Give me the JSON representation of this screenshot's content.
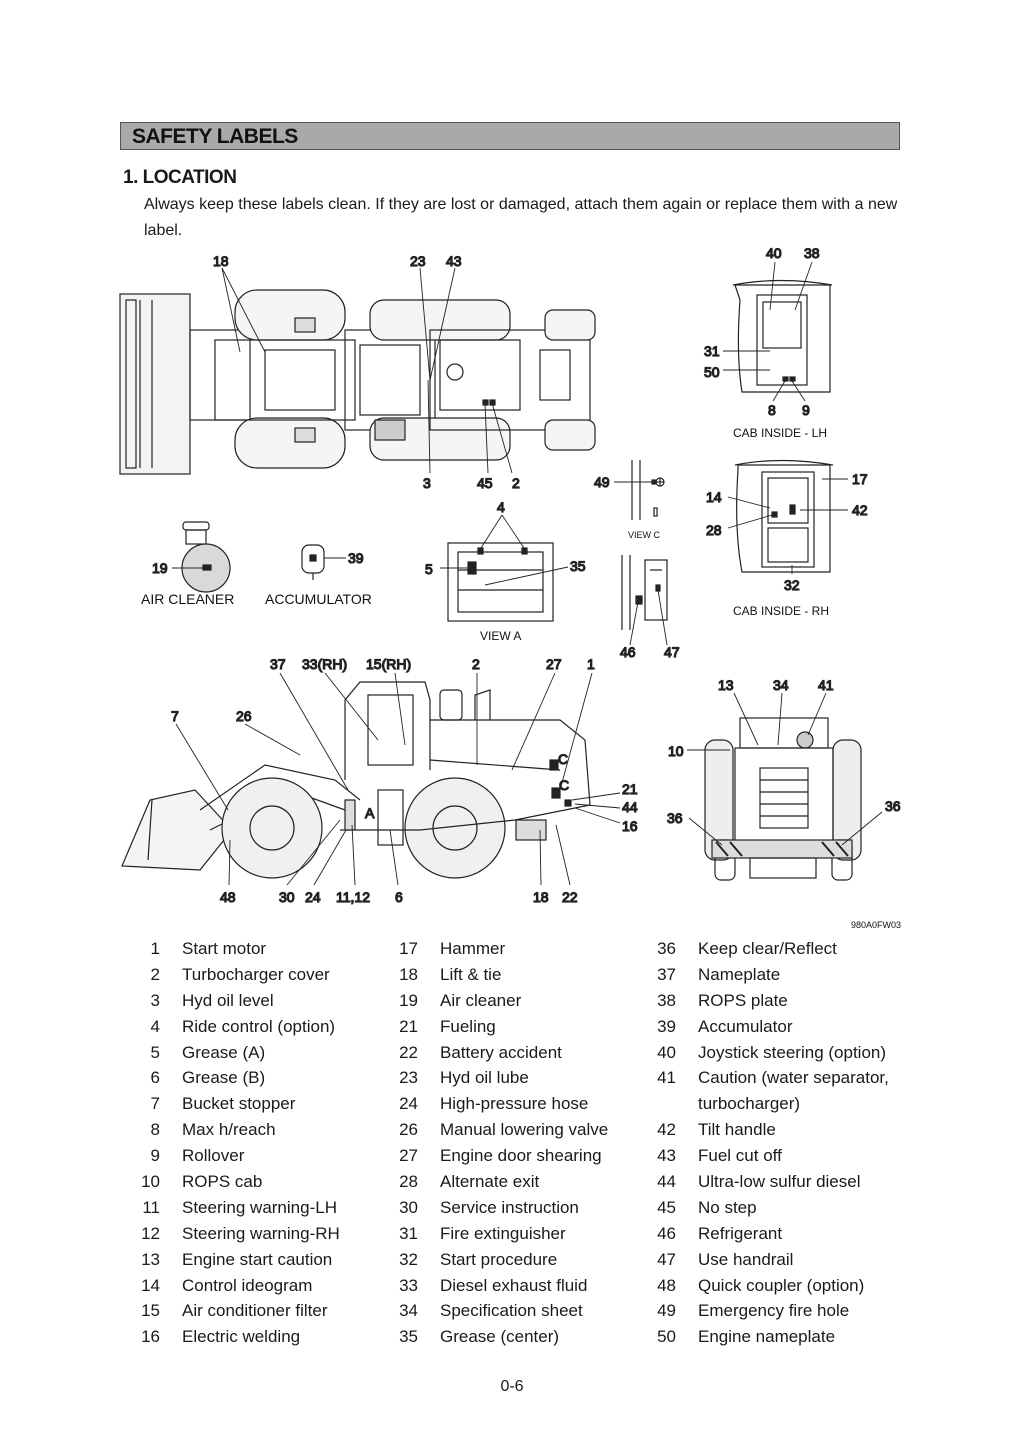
{
  "header": {
    "section_title": "SAFETY LABELS",
    "subsection_title": "1. LOCATION"
  },
  "intro": "Always keep these labels clean. If they are lost or damaged, attach them again or replace them with a new label.",
  "figure": {
    "code": "980A0FW03",
    "captions": {
      "cab_inside_lh": "CAB INSIDE - LH",
      "cab_inside_rh": "CAB INSIDE - RH",
      "view_a": "VIEW A",
      "view_c": "VIEW C",
      "air_cleaner": "AIR CLEANER",
      "accumulator": "ACCUMULATOR"
    },
    "callouts": {
      "c18": "18",
      "c23": "23",
      "c43": "43",
      "c40": "40",
      "c38": "38",
      "c31": "31",
      "c50": "50",
      "c8": "8",
      "c9": "9",
      "c3": "3",
      "c45": "45",
      "c2": "2",
      "c49": "49",
      "c17": "17",
      "c14": "14",
      "c42": "42",
      "c28": "28",
      "c32": "32",
      "c4": "4",
      "c5": "5",
      "c35": "35",
      "c19": "19",
      "c39": "39",
      "c46": "46",
      "c47": "47",
      "c37": "37",
      "c33rh": "33(RH)",
      "c15rh": "15(RH)",
      "c2b": "2",
      "c27": "27",
      "c1": "1",
      "c7": "7",
      "c26": "26",
      "cC1": "C",
      "cC2": "C",
      "cA": "A",
      "c21": "21",
      "c44": "44",
      "c16": "16",
      "c48": "48",
      "c30": "30",
      "c24": "24",
      "c1112": "11,12",
      "c6": "6",
      "c18b": "18",
      "c22": "22",
      "c13": "13",
      "c34": "34",
      "c41": "41",
      "c10": "10",
      "c36a": "36",
      "c36b": "36"
    }
  },
  "labels": [
    {
      "no": "1",
      "name": "Start motor"
    },
    {
      "no": "2",
      "name": "Turbocharger cover"
    },
    {
      "no": "3",
      "name": "Hyd oil level"
    },
    {
      "no": "4",
      "name": "Ride control (option)"
    },
    {
      "no": "5",
      "name": "Grease (A)"
    },
    {
      "no": "6",
      "name": "Grease (B)"
    },
    {
      "no": "7",
      "name": "Bucket stopper"
    },
    {
      "no": "8",
      "name": "Max h/reach"
    },
    {
      "no": "9",
      "name": "Rollover"
    },
    {
      "no": "10",
      "name": "ROPS cab"
    },
    {
      "no": "11",
      "name": "Steering warning-LH"
    },
    {
      "no": "12",
      "name": "Steering warning-RH"
    },
    {
      "no": "13",
      "name": "Engine start caution"
    },
    {
      "no": "14",
      "name": "Control ideogram"
    },
    {
      "no": "15",
      "name": "Air conditioner filter"
    },
    {
      "no": "16",
      "name": "Electric welding"
    },
    {
      "no": "17",
      "name": "Hammer"
    },
    {
      "no": "18",
      "name": "Lift & tie"
    },
    {
      "no": "19",
      "name": "Air cleaner"
    },
    {
      "no": "21",
      "name": "Fueling"
    },
    {
      "no": "22",
      "name": "Battery accident"
    },
    {
      "no": "23",
      "name": "Hyd oil lube"
    },
    {
      "no": "24",
      "name": "High-pressure hose"
    },
    {
      "no": "26",
      "name": "Manual lowering valve"
    },
    {
      "no": "27",
      "name": "Engine door shearing"
    },
    {
      "no": "28",
      "name": "Alternate exit"
    },
    {
      "no": "30",
      "name": "Service instruction"
    },
    {
      "no": "31",
      "name": "Fire extinguisher"
    },
    {
      "no": "32",
      "name": "Start procedure"
    },
    {
      "no": "33",
      "name": "Diesel exhaust fluid"
    },
    {
      "no": "34",
      "name": "Specification sheet"
    },
    {
      "no": "35",
      "name": "Grease (center)"
    },
    {
      "no": "36",
      "name": "Keep clear/Reflect"
    },
    {
      "no": "37",
      "name": "Nameplate"
    },
    {
      "no": "38",
      "name": "ROPS plate"
    },
    {
      "no": "39",
      "name": "Accumulator"
    },
    {
      "no": "40",
      "name": "Joystick steering (option)"
    },
    {
      "no": "41",
      "name": "Caution (water separator,"
    },
    {
      "no": "",
      "name": "turbocharger)"
    },
    {
      "no": "42",
      "name": "Tilt handle"
    },
    {
      "no": "43",
      "name": "Fuel cut off"
    },
    {
      "no": "44",
      "name": "Ultra-low sulfur diesel"
    },
    {
      "no": "45",
      "name": "No step"
    },
    {
      "no": "46",
      "name": "Refrigerant"
    },
    {
      "no": "47",
      "name": "Use handrail"
    },
    {
      "no": "48",
      "name": "Quick coupler (option)"
    },
    {
      "no": "49",
      "name": "Emergency fire hole"
    },
    {
      "no": "50",
      "name": "Engine nameplate"
    }
  ],
  "page_number": "0-6"
}
